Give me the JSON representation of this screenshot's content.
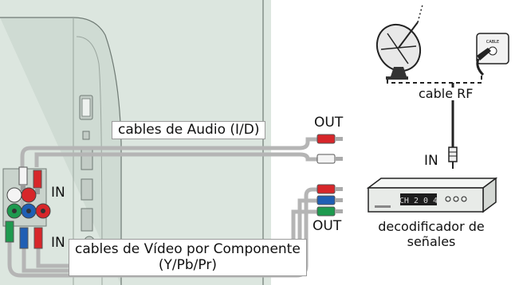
{
  "labels": {
    "audio_cables": "cables de Audio (I/D)",
    "component_cables_line1": "cables de Vídeo por Componente",
    "component_cables_line2": "(Y/Pb/Pr)",
    "in_audio": "IN",
    "in_component": "IN",
    "out_audio": "OUT",
    "out_component": "OUT",
    "cable_rf": "cable RF",
    "in_rf": "IN",
    "decoder_line1": "decodificador de",
    "decoder_line2": "señales",
    "decoder_display": "CH 2 0 4",
    "wall_plate_text": "CABLE"
  },
  "colors": {
    "tv_panel": "#dce6df",
    "tv_outline": "#6f7a74",
    "cable_gray": "#b5b5b5",
    "audio_red": "#d7262a",
    "audio_white": "#f4f4f4",
    "video_green": "#1e9a4f",
    "video_blue": "#1f5fb4",
    "video_red": "#d7262a",
    "decoder_body": "#e8ebe8",
    "decoder_display_bg": "#1d1d1d",
    "decoder_display_text": "#d8d8d8"
  }
}
